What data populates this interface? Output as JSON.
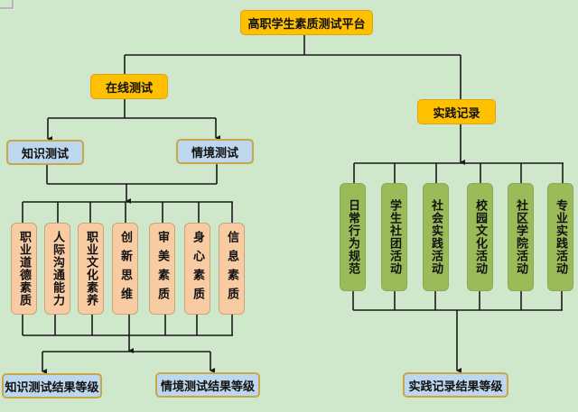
{
  "diagram": {
    "root": {
      "label": "高职学生素质测试平台"
    },
    "online_test": {
      "label": "在线测试",
      "children": [
        {
          "label": "知识测试"
        },
        {
          "label": "情境测试"
        }
      ],
      "qualities": [
        {
          "label": "职业道德素质"
        },
        {
          "label": "人际沟通能力"
        },
        {
          "label": "职业文化素养"
        },
        {
          "label": "创新思维"
        },
        {
          "label": "审美素质"
        },
        {
          "label": "身心素质"
        },
        {
          "label": "信息素质"
        }
      ],
      "results": [
        {
          "label": "知识测试结果等级"
        },
        {
          "label": "情境测试结果等级"
        }
      ]
    },
    "practice_record": {
      "label": "实践记录",
      "activities": [
        {
          "label": "日常行为规范"
        },
        {
          "label": "学生社团活动"
        },
        {
          "label": "社会实践活动"
        },
        {
          "label": "校园文化活动"
        },
        {
          "label": "社区学院活动"
        },
        {
          "label": "专业实践活动"
        }
      ],
      "result": {
        "label": "实践记录结果等级"
      }
    }
  },
  "colors": {
    "background": "#cfe7cb",
    "gold": "#ffc000",
    "blue": "#bdd7ee",
    "orange": "#f8cba3",
    "green": "#9bbb59",
    "line": "#1a1a1a"
  }
}
